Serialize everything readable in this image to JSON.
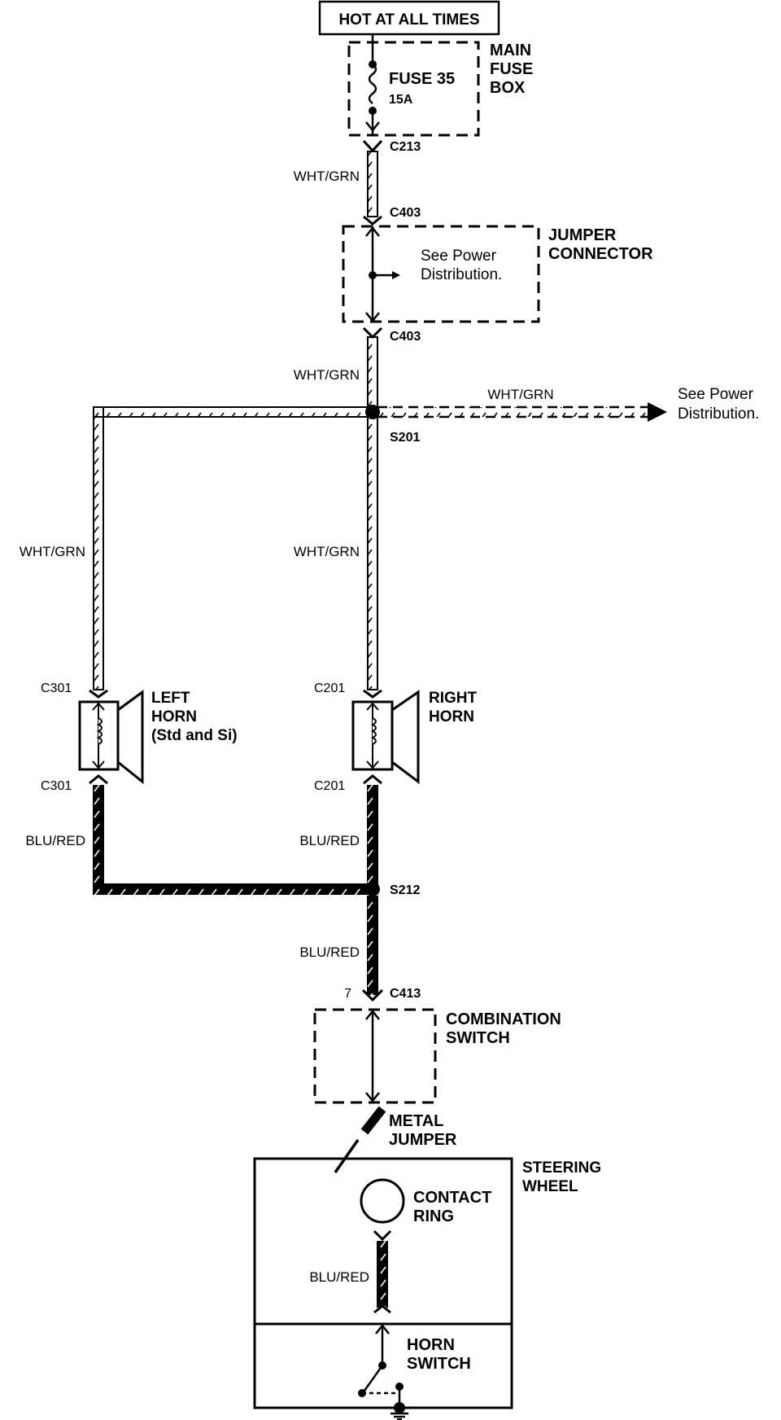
{
  "power_source": "HOT AT ALL TIMES",
  "fuse": {
    "name": "FUSE 35",
    "rating": "15A",
    "box_label": [
      "MAIN",
      "FUSE",
      "BOX"
    ]
  },
  "connectors": {
    "c213": "C213",
    "c403_top": "C403",
    "c403_bottom": "C403",
    "c301_top": "C301",
    "c301_bottom": "C301",
    "c201_top": "C201",
    "c201_bottom": "C201",
    "c413": "C413",
    "c413_pin": "7"
  },
  "splices": {
    "s201": "S201",
    "s212": "S212"
  },
  "jumper_connector": {
    "label": [
      "JUMPER",
      "CONNECTOR"
    ],
    "note": [
      "See Power",
      "Distribution."
    ]
  },
  "power_distribution_ref": [
    "See Power",
    "Distribution."
  ],
  "wires": {
    "fuse_to_jumper": "WHT/GRN",
    "jumper_to_splice": "WHT/GRN",
    "splice_to_power_dist": "WHT/GRN",
    "left_horn_feed": "WHT/GRN",
    "right_horn_feed": "WHT/GRN",
    "left_horn_ground": "BLU/RED",
    "right_horn_ground": "BLU/RED",
    "splice_to_switch": "BLU/RED",
    "contact_to_switch": "BLU/RED"
  },
  "left_horn": {
    "label": [
      "LEFT",
      "HORN",
      "(Std and Si)"
    ]
  },
  "right_horn": {
    "label": [
      "RIGHT",
      "HORN"
    ]
  },
  "combination_switch": {
    "label": [
      "COMBINATION",
      "SWITCH"
    ]
  },
  "metal_jumper": {
    "label": [
      "METAL",
      "JUMPER"
    ]
  },
  "steering_wheel": {
    "label": [
      "STEERING",
      "WHEEL"
    ]
  },
  "contact_ring": {
    "label": [
      "CONTACT",
      "RING"
    ]
  },
  "horn_switch": {
    "label": [
      "HORN",
      "SWITCH"
    ]
  }
}
